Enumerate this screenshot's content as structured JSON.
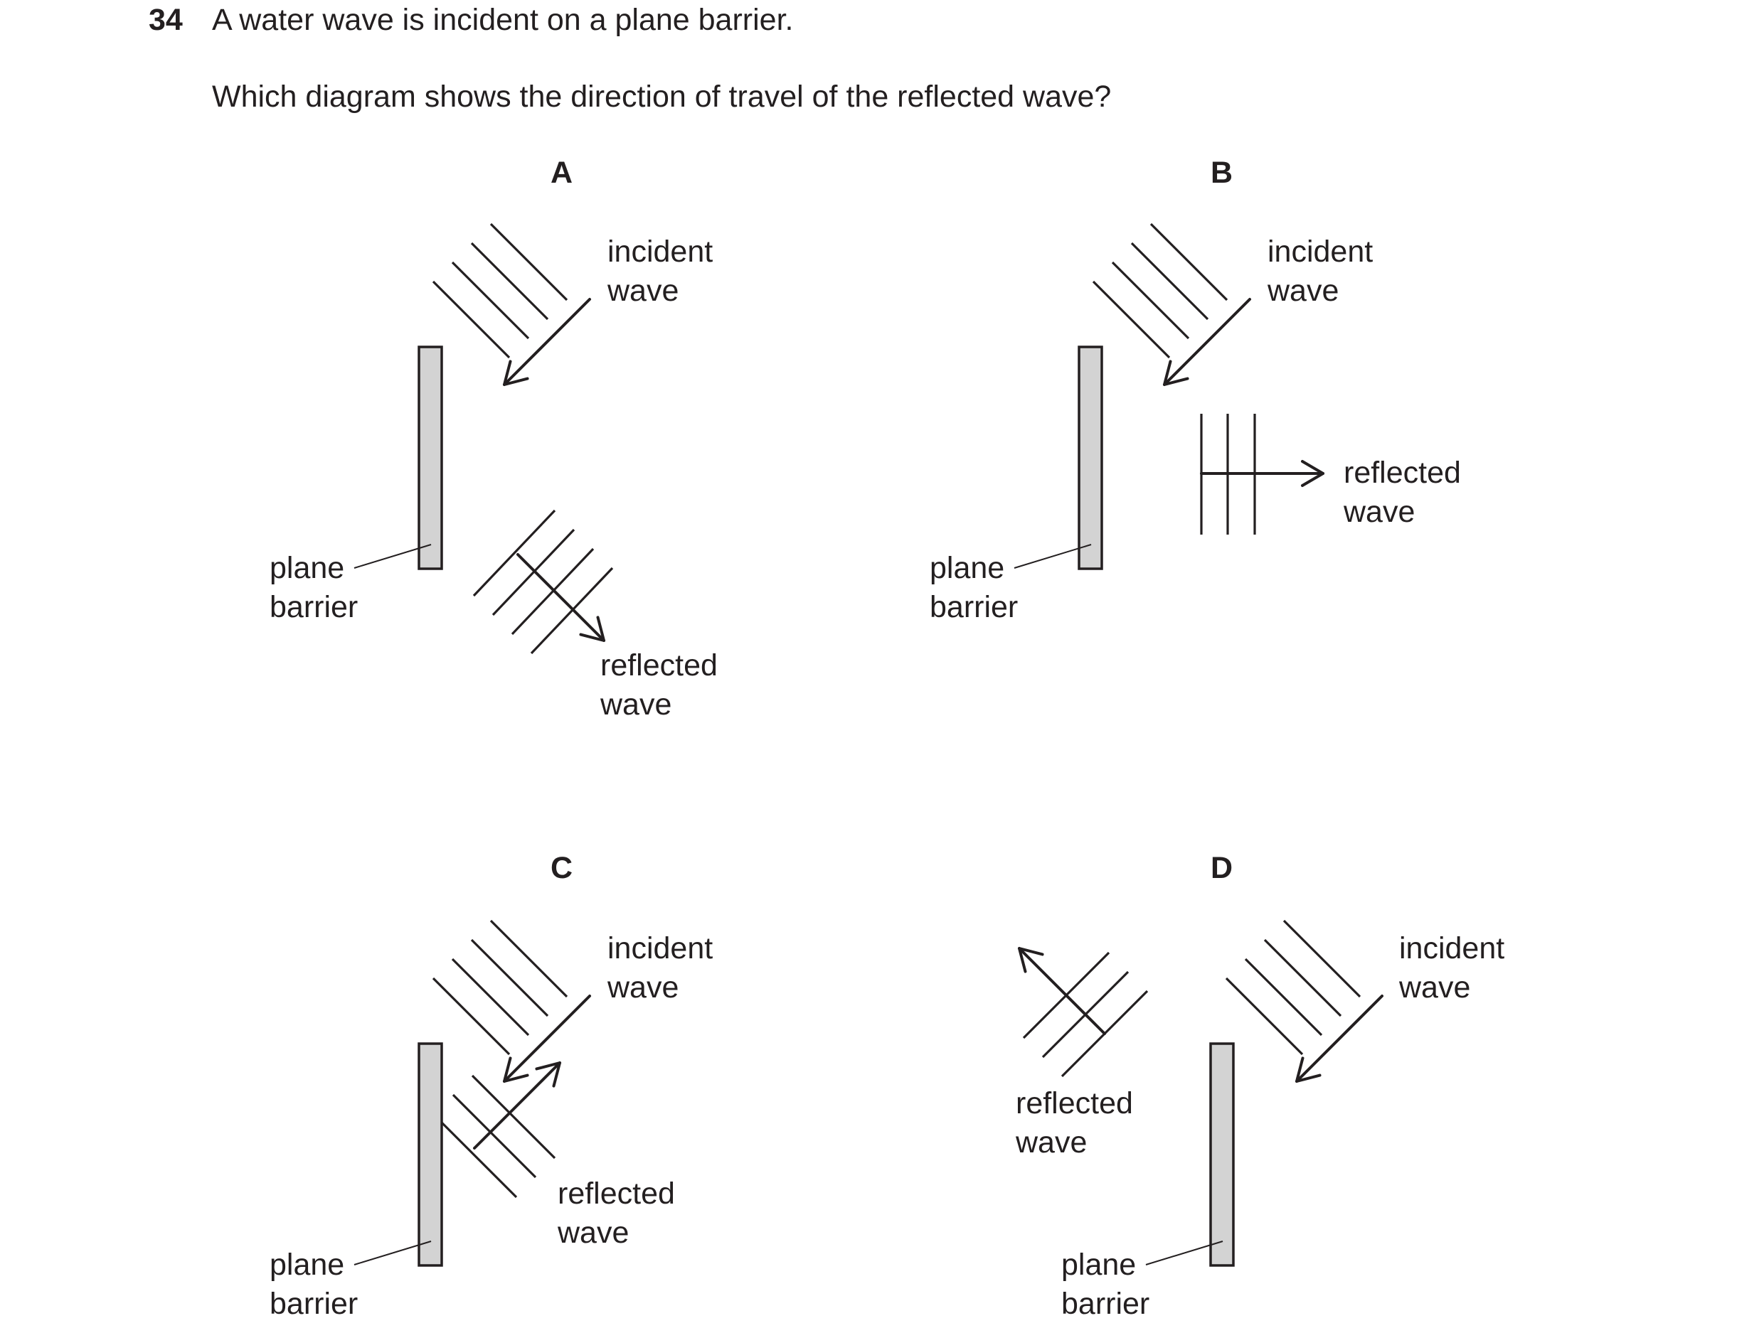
{
  "question": {
    "number": "34",
    "line1": "A water wave is incident on a plane barrier.",
    "line2": "Which diagram shows the direction of travel of the reflected wave?"
  },
  "options": [
    {
      "letter": "A",
      "incident": [
        "incident",
        "wave"
      ],
      "reflected": [
        "reflected",
        "wave"
      ],
      "barrier": [
        "plane",
        "barrier"
      ]
    },
    {
      "letter": "B",
      "incident": [
        "incident",
        "wave"
      ],
      "reflected": [
        "reflected",
        "wave"
      ],
      "barrier": [
        "plane",
        "barrier"
      ]
    },
    {
      "letter": "C",
      "incident": [
        "incident",
        "wave"
      ],
      "reflected": [
        "reflected",
        "wave"
      ],
      "barrier": [
        "plane",
        "barrier"
      ]
    },
    {
      "letter": "D",
      "incident": [
        "incident",
        "wave"
      ],
      "reflected": [
        "reflected",
        "wave"
      ],
      "barrier": [
        "plane",
        "barrier"
      ]
    }
  ],
  "colors": {
    "ink": "#231f20",
    "barrier_fill": "#d3d3d3",
    "background": "#ffffff"
  }
}
